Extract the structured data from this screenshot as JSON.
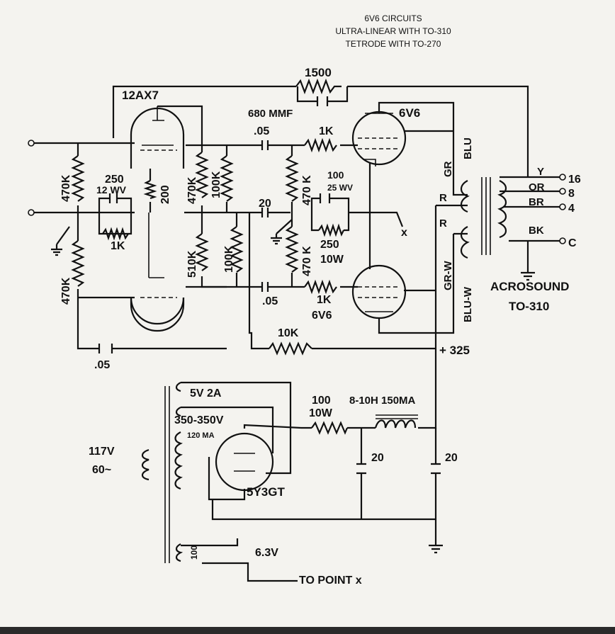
{
  "header": {
    "line1": "6V6 CIRCUITS",
    "line2": "ULTRA-LINEAR WITH TO-310",
    "line3": "TETRODE WITH TO-270"
  },
  "labels": {
    "r_feedback": "1500",
    "c_feedback": "680 MMF",
    "tube_12ax7": "12AX7",
    "c_coupling_top": ".05",
    "r_grid_top": "1K",
    "tube_6v6_top": "6V6",
    "r_in_top": "470K",
    "r_in_bottom": "470K",
    "c_cathode": "250",
    "c_cathode_rating": "12 WV",
    "r_cathode_small": "1K",
    "r_cathode_200": "200",
    "r_plate_top": "470K",
    "r_plate_bottom": "510K",
    "r_100k_a": "100K",
    "r_100k_b": "100K",
    "c_20": "20",
    "r_grid_470k_a": "470 K",
    "r_grid_470k_b": "470 K",
    "c_100": "100",
    "c_100_rating": "25 WV",
    "r_250": "250",
    "r_250_rating": "10W",
    "point_x": "x",
    "wire_gr": "GR",
    "wire_blu": "BLU",
    "wire_r_top": "R",
    "wire_r_bottom": "R",
    "wire_grw": "GR-W",
    "wire_bluw": "BLU-W",
    "sec_y": "Y",
    "sec_or": "OR",
    "sec_br": "BR",
    "sec_bk": "BK",
    "tap_16": "16",
    "tap_8": "8",
    "tap_4": "4",
    "tap_c": "C",
    "brand": "ACROSOUND",
    "model": "TO-310",
    "c_coupling_bottom": ".05",
    "r_grid_bottom": "1K",
    "tube_6v6_bottom": "6V6",
    "r_10k": "10K",
    "b_plus": "+ 325",
    "c_bottom_left": ".05",
    "fil_5v": "5V 2A",
    "hv": "350-350V",
    "hv_current": "120 MA",
    "r_100": "100",
    "r_100_rating": "10W",
    "choke": "8-10H 150MA",
    "cap_20_a": "20",
    "cap_20_b": "20",
    "rectifier": "5Y3GT",
    "mains_v": "117V",
    "mains_hz": "60~",
    "pot_100": "100",
    "fil_63": "6.3V",
    "to_point_x": "TO POINT x"
  }
}
